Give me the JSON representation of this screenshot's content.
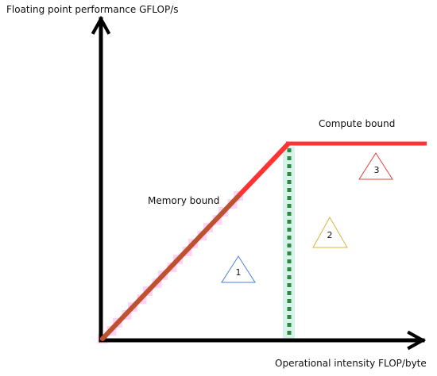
{
  "diagram": {
    "y_axis_label": "Floating point performance GFLOP/s",
    "x_axis_label": "Operational intensity FLOP/byte",
    "region_labels": {
      "memory_bound": "Memory bound",
      "compute_bound": "Compute bound"
    },
    "markers": [
      {
        "label": "1",
        "color": "#4a7fd4"
      },
      {
        "label": "2",
        "color": "#d4b640"
      },
      {
        "label": "3",
        "color": "#e0403c"
      }
    ],
    "colors": {
      "axes": "#000000",
      "roof": "#ff3333",
      "memory_slope": "#b5562e",
      "ridge_line": "#2a8a3e",
      "slope_highlight": "#ffb0f0",
      "ridge_highlight": "#c9efe1"
    }
  }
}
